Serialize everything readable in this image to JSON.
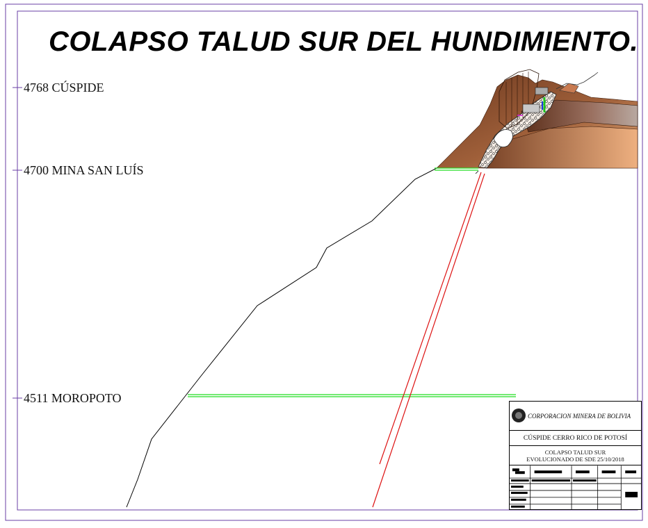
{
  "title": "COLAPSO TALUD SUR DEL HUNDIMIENTO.",
  "levels": [
    {
      "label": "4768 CÚSPIDE"
    },
    {
      "label": "4700 MINA SAN LUÍS"
    },
    {
      "label": "4511 MOROPOTO"
    }
  ],
  "title_block": {
    "company": "CORPORACION MINERA DE BOLIVIA",
    "site": "CÚSPIDE CERRO RICO DE POTOSÍ",
    "description_line1": "COLAPSO TALUD SUR",
    "description_line2": "EVOLUCIONADO DE SDE 25/10/2018"
  },
  "colors": {
    "frame": "#6a3fa6",
    "profile": "#000000",
    "level_line": "#22dd22",
    "shaft": "#dd1111",
    "rock_dark": "#6e3a20",
    "rock_light": "#e2a878"
  }
}
